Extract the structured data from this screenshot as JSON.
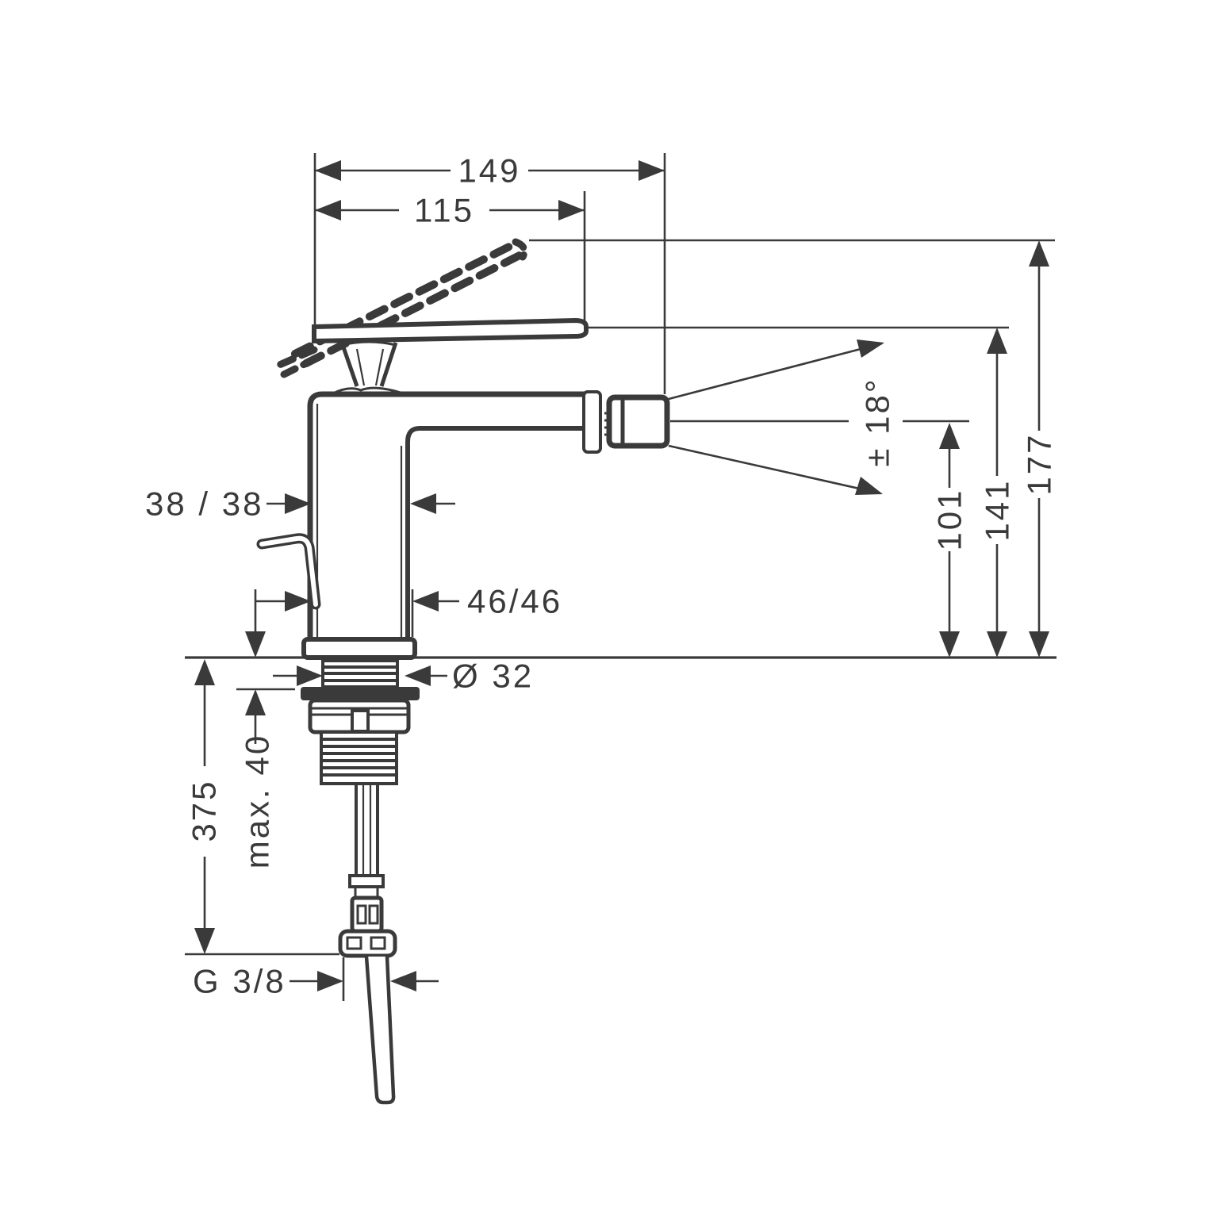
{
  "drawing": {
    "product": "single-lever-bidet-mixer-dimension-drawing",
    "colors": {
      "line": "#3a3a3a",
      "background": "#ffffff"
    },
    "labels": {
      "width_overall": "149",
      "width_handle": "115",
      "height_overall": "177",
      "height_spout_plate": "141",
      "height_outlet": "101",
      "swivel_angle": "± 18°",
      "body_section_upper": "38 / 38",
      "body_section_lower": "46/46",
      "hole_diameter": "Ø 32",
      "max_deck_thickness": "max. 40",
      "hose_length": "375",
      "connection_thread": "G 3/8"
    }
  }
}
